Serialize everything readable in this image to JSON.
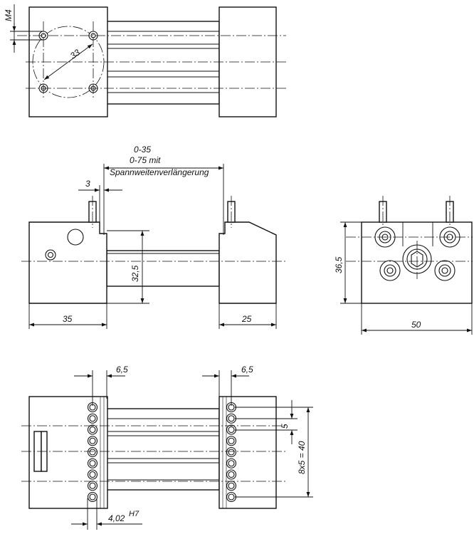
{
  "views": {
    "top": {
      "thread_label": "M4",
      "bolt_circle_label": "33"
    },
    "front": {
      "span_range": "0-35",
      "span_extended": "0-75 mit",
      "span_extension_note": "Spannweitenverlängerung",
      "step_label": "3",
      "height_label": "32,5",
      "left_width_label": "35",
      "right_width_label": "25"
    },
    "side": {
      "height_label": "36,5",
      "width_label": "50"
    },
    "bottom": {
      "pitch_left_label": "6,5",
      "pitch_right_label": "6,5",
      "hole_spacing_label": "5",
      "row_length_label": "8x5 = 40",
      "hole_diameter_label": "4,02",
      "tolerance_label": "H7"
    }
  }
}
